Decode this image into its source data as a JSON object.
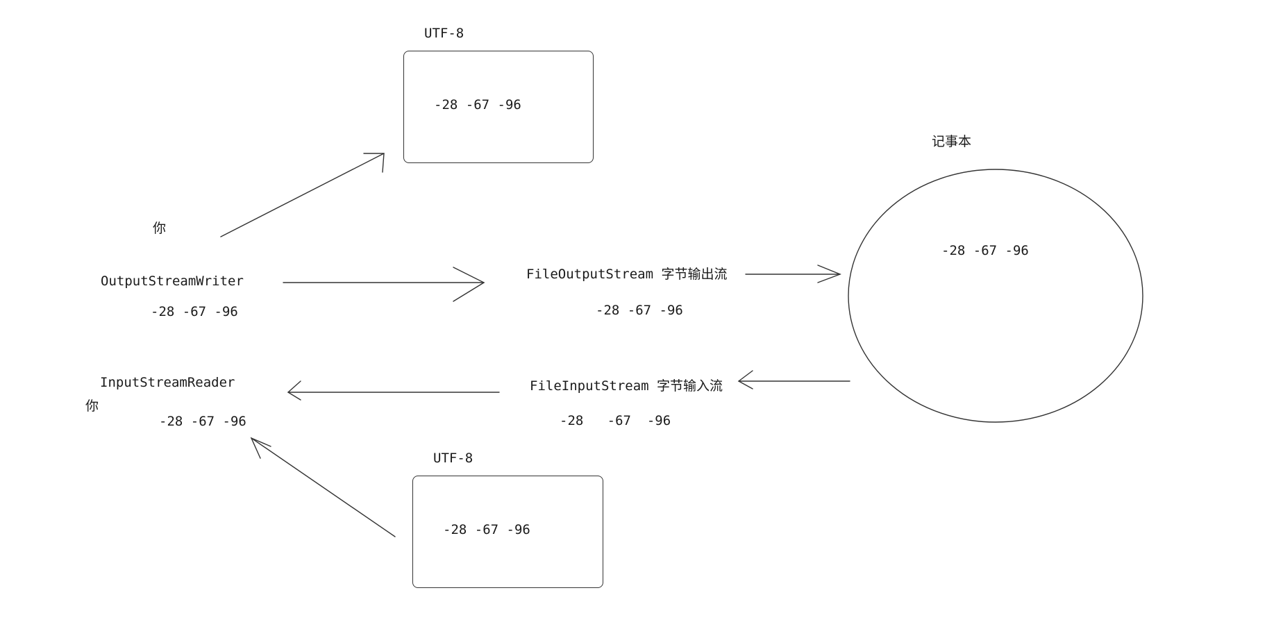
{
  "top_encoding": {
    "title": "UTF-8",
    "bytes": "-28 -67 -96"
  },
  "bottom_encoding": {
    "title": "UTF-8",
    "bytes": "-28 -67 -96"
  },
  "notepad": {
    "title": "记事本",
    "bytes": "-28 -67 -96"
  },
  "writer": {
    "char": "你",
    "label": "OutputStreamWriter",
    "bytes": "-28 -67 -96"
  },
  "reader": {
    "char": "你",
    "label": "InputStreamReader",
    "bytes": "-28 -67 -96"
  },
  "file_output": {
    "label": "FileOutputStream 字节输出流",
    "bytes": "-28 -67 -96"
  },
  "file_input": {
    "label": "FileInputStream 字节输入流",
    "bytes": "-28   -67  -96"
  }
}
